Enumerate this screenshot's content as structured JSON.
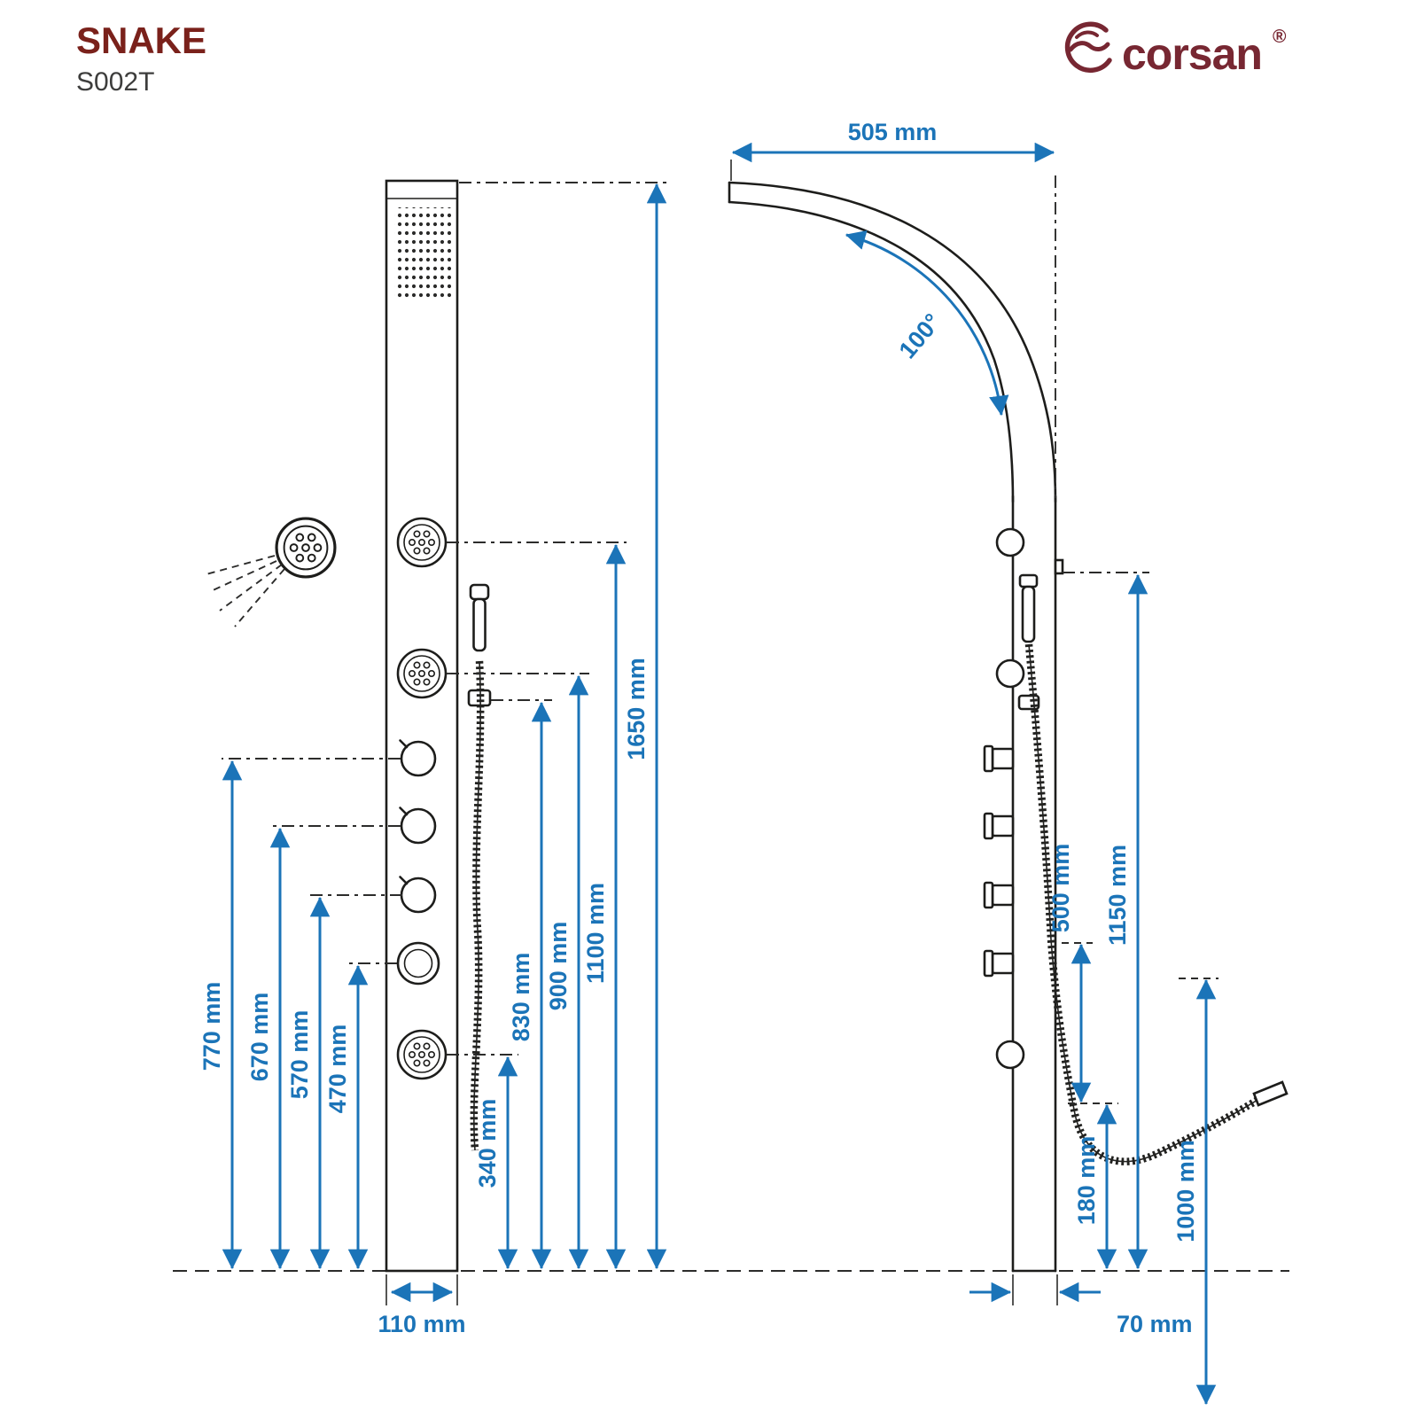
{
  "header": {
    "product_name": "SNAKE",
    "product_code": "S002T",
    "brand_name": "corsan",
    "brand_registered": "®"
  },
  "colors": {
    "dimension_blue": "#1b74b8",
    "drawing_ink": "#1d1d1b",
    "title_red": "#7a211b",
    "brand_maroon": "#772732"
  },
  "front_view": {
    "dimensions": {
      "total_height": "1650 mm",
      "upper_jet_height": "1100 mm",
      "middle_jet_height": "900 mm",
      "hose_outlet_height": "830 mm",
      "knob1_height": "770 mm",
      "knob2_height": "670 mm",
      "knob3_height": "570 mm",
      "knob4_height": "470 mm",
      "lower_jet_height": "340 mm",
      "panel_width": "110 mm"
    }
  },
  "side_view": {
    "dimensions": {
      "arm_reach": "505 mm",
      "arm_angle": "100°",
      "hand_shower_height": "1150 mm",
      "hose_drop": "500 mm",
      "hose_bottom_height": "180 mm",
      "hose_end_height": "1000 mm",
      "panel_depth": "70 mm"
    }
  }
}
